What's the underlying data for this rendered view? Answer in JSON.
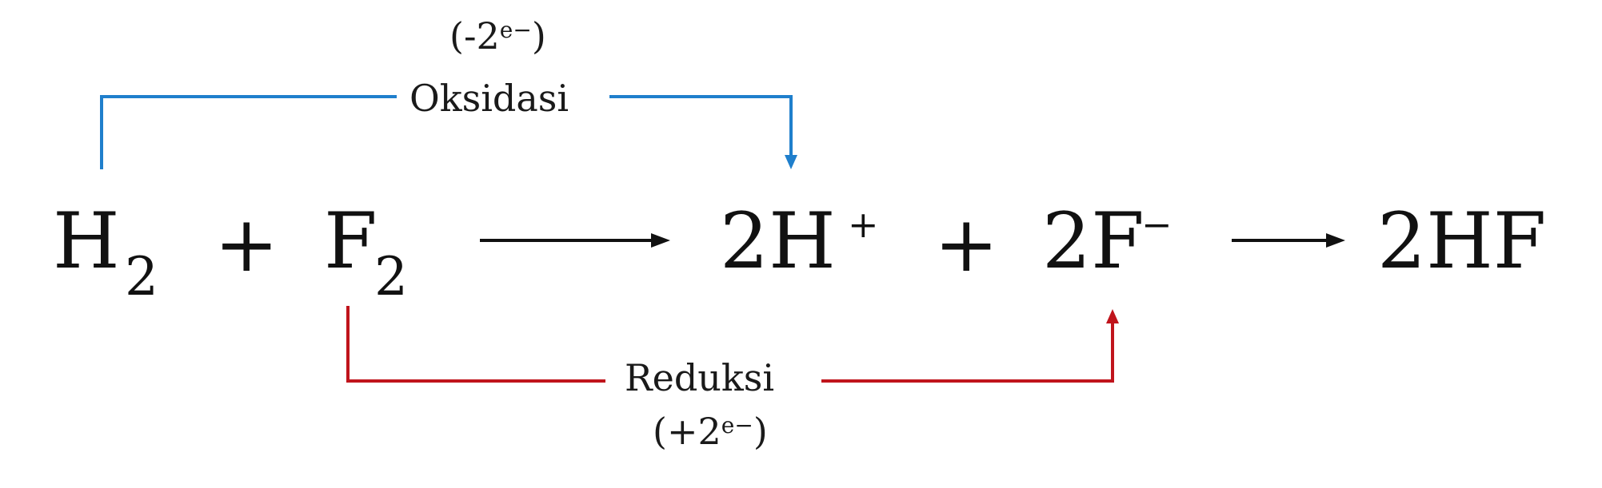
{
  "equation": {
    "h2": {
      "symbol": "H",
      "subscript": "2"
    },
    "plus": "+",
    "f2": {
      "symbol": "F",
      "subscript": "2"
    },
    "h_ion": {
      "base": "2H",
      "charge": "+"
    },
    "f_ion": {
      "base": "2F",
      "charge": "−"
    },
    "product": "2HF"
  },
  "oxidation": {
    "label": "Oksidasi",
    "electrons": {
      "open": "(-2",
      "e": "e",
      "minus": "−",
      "close": ")"
    },
    "color": "#1f7fcc"
  },
  "reduction": {
    "label": "Reduksi",
    "electrons": {
      "open": "(+2",
      "e": "e",
      "minus": "−",
      "close": ")"
    },
    "color": "#c0141c"
  },
  "arrow_color": "#111111"
}
